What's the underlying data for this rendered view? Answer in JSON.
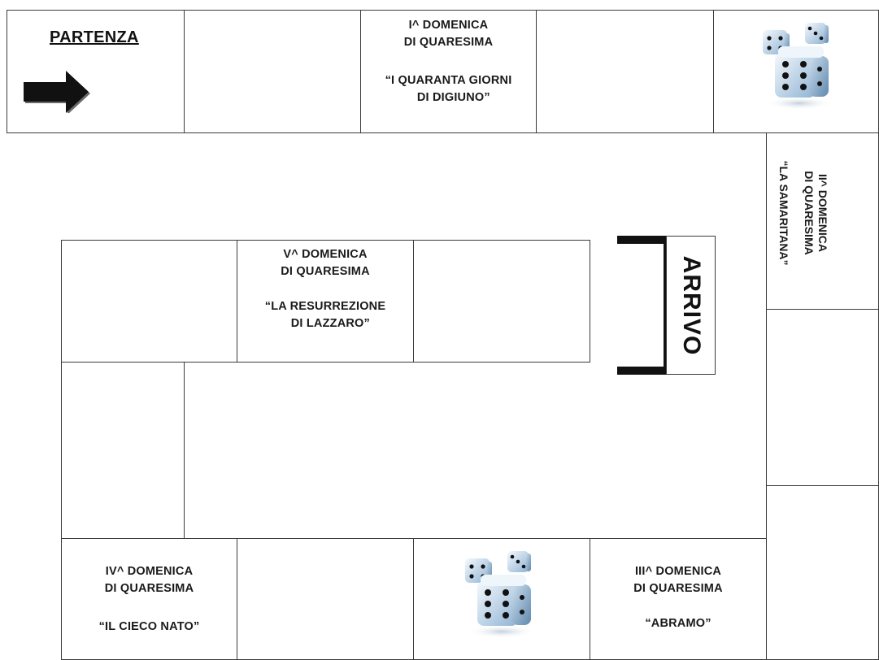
{
  "board": {
    "start": {
      "label": "PARTENZA",
      "icon": "right-arrow-icon"
    },
    "finish": {
      "label": "ARRIVO"
    },
    "sundays": {
      "s1": {
        "line1": "I^ DOMENICA",
        "line2": "DI QUARESIMA",
        "theme": "“I QUARANTA GIORNI\n   DI DIGIUNO”"
      },
      "s2": {
        "line1": "II^ DOMENICA",
        "line2": "DI QUARESIMA",
        "theme": "“LA SAMARITANA”"
      },
      "s3": {
        "line1": "III^ DOMENICA",
        "line2": "DI QUARESIMA",
        "theme": "“ABRAMO”"
      },
      "s4": {
        "line1": "IV^ DOMENICA",
        "line2": "DI QUARESIMA",
        "theme": "“IL CIECO NATO”"
      },
      "s5": {
        "line1": "V^ DOMENICA",
        "line2": "DI QUARESIMA",
        "theme": "“LA RESURREZIONE\n   DI LAZZARO”"
      }
    },
    "dice_icon": "dice-icon"
  },
  "colors": {
    "line": "#3a3a3a",
    "ink": "#111111",
    "dice_face": "#d6e4f2"
  }
}
